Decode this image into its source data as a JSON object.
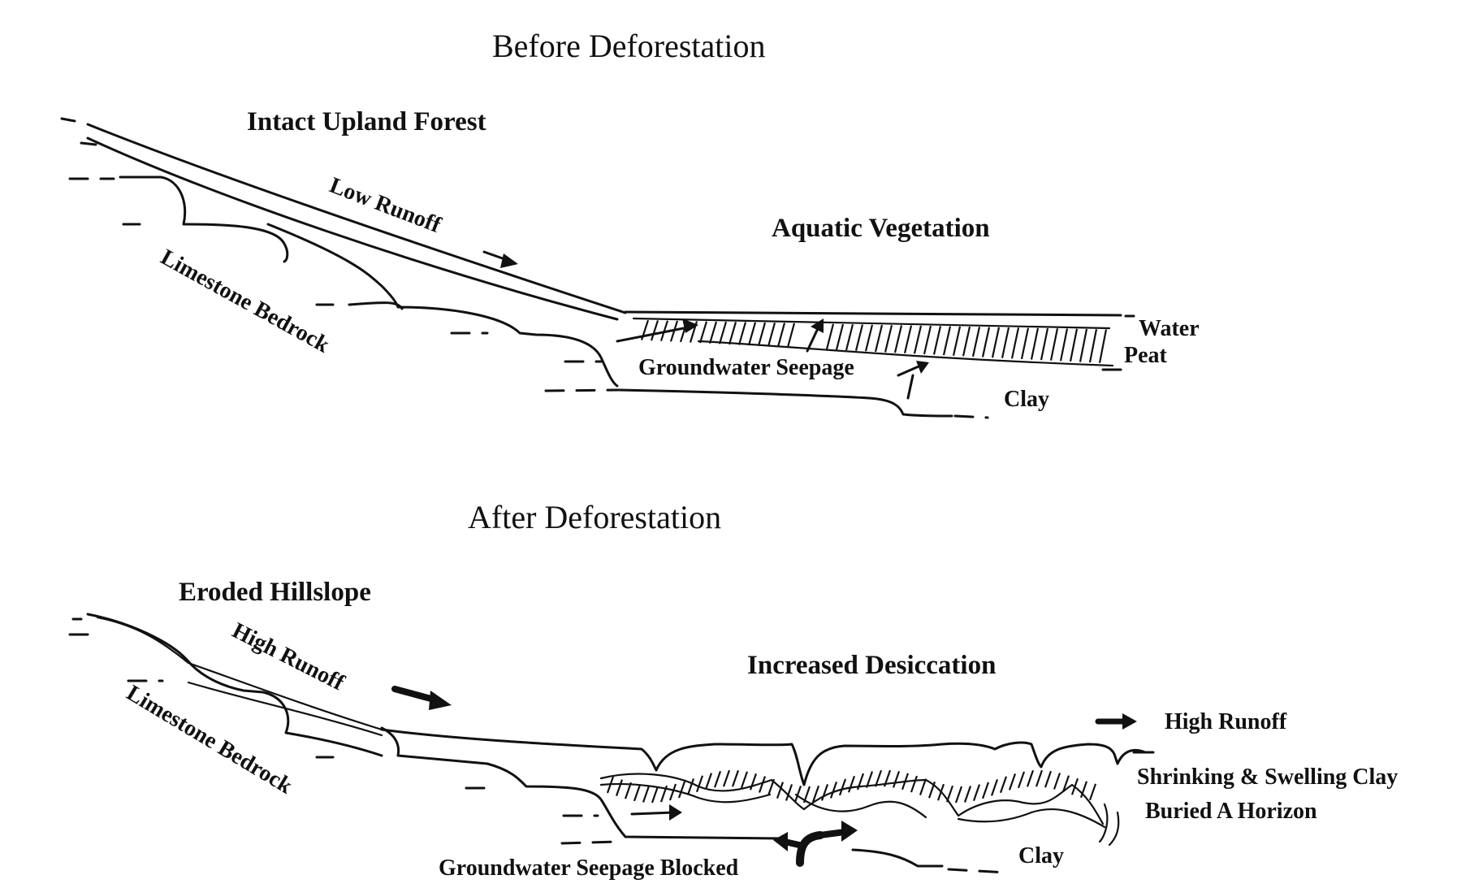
{
  "before": {
    "title": "Before Deforestation",
    "forest_label": "Intact Upland Forest",
    "runoff_label": "Low Runoff",
    "bedrock_label": "Limestone Bedrock",
    "vegetation_label": "Aquatic Vegetation",
    "seepage_label": "Groundwater Seepage",
    "water_label": "Water",
    "peat_label": "Peat",
    "clay_label": "Clay"
  },
  "after": {
    "title": "After Deforestation",
    "hillslope_label": "Eroded Hillslope",
    "runoff_label": "High Runoff",
    "bedrock_label": "Limestone Bedrock",
    "desiccation_label": "Increased Desiccation",
    "high_runoff_label": "High Runoff",
    "clay_layer_label": "Shrinking & Swelling Clay",
    "buried_label": "Buried A Horizon",
    "seepage_label": "Groundwater Seepage Blocked",
    "clay_label": "Clay"
  },
  "colors": {
    "ink": "#111111",
    "paper": "#ffffff"
  }
}
